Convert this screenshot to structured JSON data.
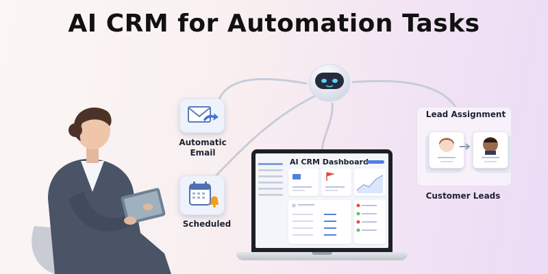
{
  "title": "AI CRM for Automation Tasks",
  "features": {
    "email_label_line1": "Automatic",
    "email_label_line2": "Email",
    "scheduled_label": "Scheduled",
    "lead_assignment_label": "Lead Assignment",
    "customer_leads_label": "Customer Leads"
  },
  "dashboard": {
    "title": "AI CRM Dashboard"
  },
  "colors": {
    "accent_blue": "#4f7fe0",
    "flag_red": "#e24b4b",
    "bell_orange": "#f0a020",
    "bot_eye": "#5fd2ff"
  }
}
